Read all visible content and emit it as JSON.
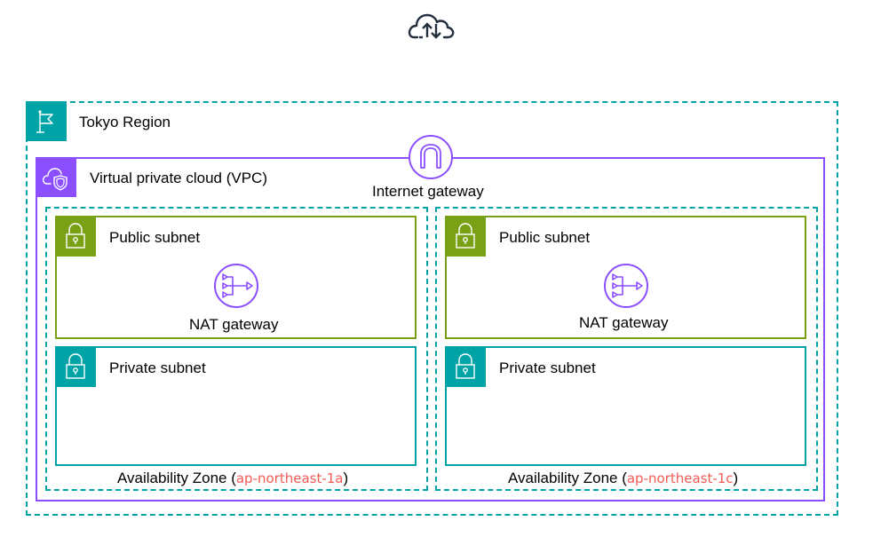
{
  "internet": {
    "icon": "internet-cloud-icon"
  },
  "region": {
    "label": "Tokyo Region",
    "icon": "region-flag-icon"
  },
  "vpc": {
    "label": "Virtual private cloud (VPC)",
    "icon": "vpc-cloud-shield-icon"
  },
  "internet_gateway": {
    "label": "Internet gateway",
    "icon": "internet-gateway-icon"
  },
  "availability_zones": [
    {
      "label_prefix": "Availability Zone (",
      "zone_id": "ap-northeast-1a",
      "label_suffix": ")",
      "public_subnet": {
        "label": "Public subnet",
        "icon": "lock-icon",
        "nat_label": "NAT gateway",
        "nat_icon": "nat-gateway-icon"
      },
      "private_subnet": {
        "label": "Private subnet",
        "icon": "lock-icon"
      }
    },
    {
      "label_prefix": "Availability Zone (",
      "zone_id": "ap-northeast-1c",
      "label_suffix": ")",
      "public_subnet": {
        "label": "Public subnet",
        "icon": "lock-icon",
        "nat_label": "NAT gateway",
        "nat_icon": "nat-gateway-icon"
      },
      "private_subnet": {
        "label": "Private subnet",
        "icon": "lock-icon"
      }
    }
  ],
  "colors": {
    "region": "#00A4A6",
    "vpc": "#8C4FFF",
    "public_subnet": "#7AA116",
    "private_subnet": "#00A4A6",
    "zone_id_text": "#F25C54",
    "internet_icon": "#232F3E"
  }
}
